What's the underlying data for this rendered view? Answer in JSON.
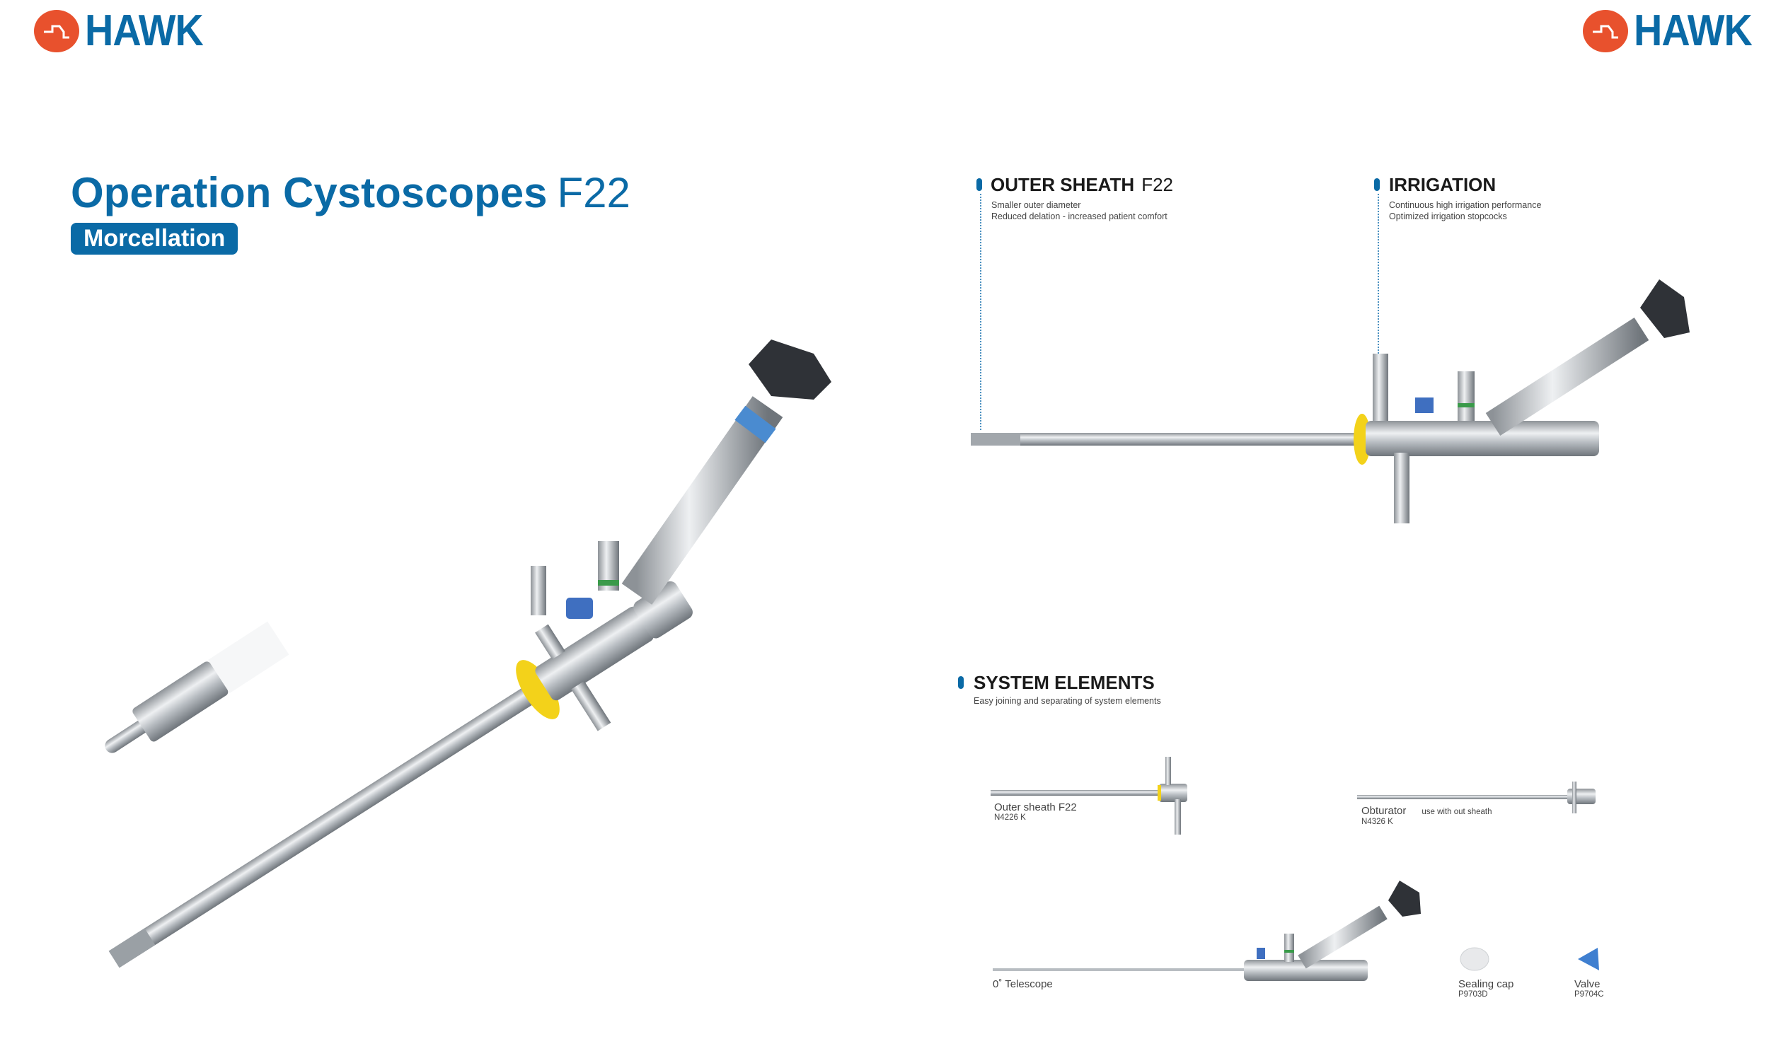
{
  "brand": {
    "name": "HAWK",
    "color": "#0a6aa6",
    "mark_color": "#e8512d"
  },
  "title": {
    "main": "Operation Cystoscopes",
    "size": "F22",
    "badge": "Morcellation"
  },
  "features": [
    {
      "title": "OUTER  SHEATH",
      "suffix": "F22",
      "lines": [
        "Smaller outer diameter",
        "Reduced delation - increased patient comfort"
      ]
    },
    {
      "title": "IRRIGATION",
      "lines": [
        "Continuous high irrigation performance",
        "Optimized irrigation stopcocks"
      ]
    }
  ],
  "system": {
    "title": "SYSTEM ELEMENTS",
    "subtitle": "Easy joining and separating of system elements",
    "items": [
      {
        "name": "Outer sheath F22",
        "code": "N4226 K"
      },
      {
        "name": "Obturator",
        "note": "use with out sheath",
        "code": "N4326 K"
      },
      {
        "name": "0˚ Telescope"
      },
      {
        "name": "Sealing cap",
        "code": "P9703D"
      },
      {
        "name": "Valve",
        "code": "P9704C"
      }
    ]
  }
}
